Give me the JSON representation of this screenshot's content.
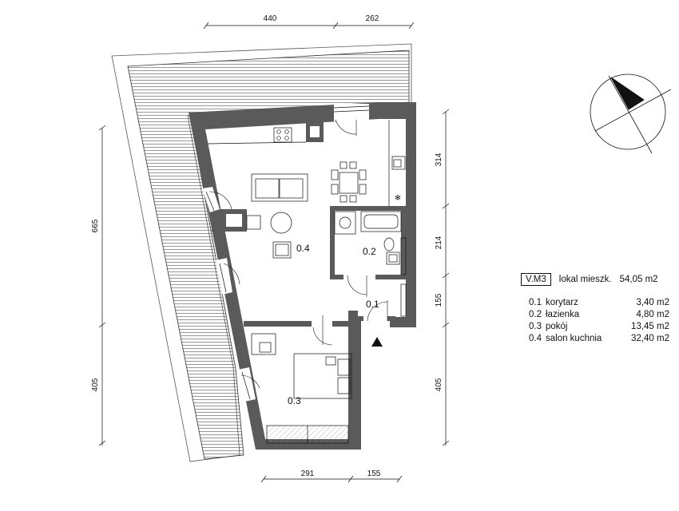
{
  "dimensions": {
    "top": [
      "440",
      "262"
    ],
    "left": [
      "665",
      "405"
    ],
    "right": [
      "314",
      "214",
      "155",
      "405"
    ],
    "bottom": [
      "291",
      "155"
    ]
  },
  "rooms": {
    "r01": "0.1",
    "r02": "0.2",
    "r03": "0.3",
    "r04": "0.4"
  },
  "legend": {
    "unit_code": "V.M3",
    "unit_label": "lokal mieszk.",
    "unit_area": "54,05 m2",
    "rows": [
      {
        "num": "0.1",
        "name": "korytarz",
        "area": "3,40 m2"
      },
      {
        "num": "0.2",
        "name": "łazienka",
        "area": "4,80 m2"
      },
      {
        "num": "0.3",
        "name": "pokój",
        "area": "13,45 m2"
      },
      {
        "num": "0.4",
        "name": "salon kuchnia",
        "area": "32,40 m2"
      }
    ]
  },
  "icons": {
    "compass": "north-arrow-icon",
    "entrance": "entrance-triangle-icon",
    "fridge": "snowflake-icon"
  },
  "colors": {
    "wall": "#5a5a5a",
    "line": "#111111"
  }
}
